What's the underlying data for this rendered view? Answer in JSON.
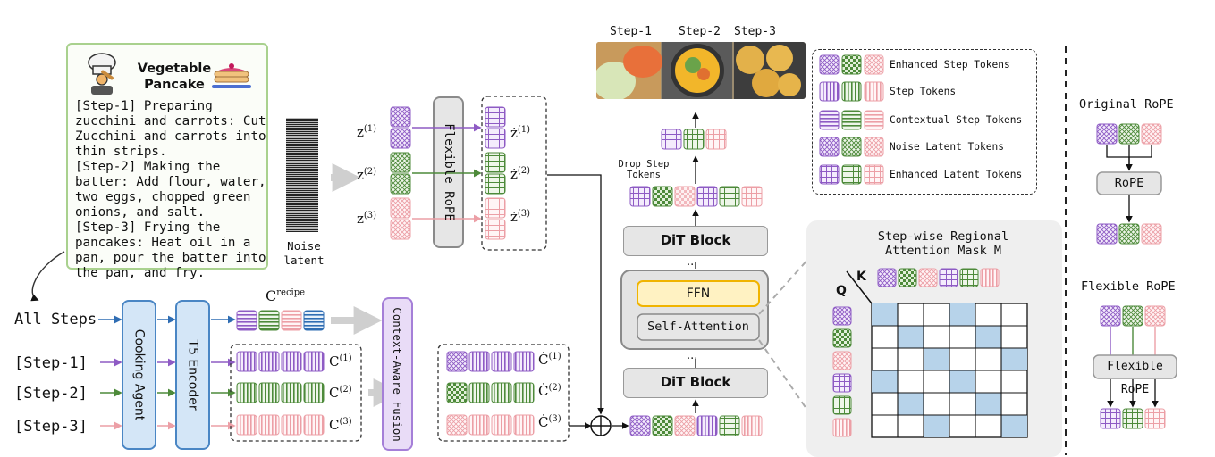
{
  "recipe": {
    "title_line1": "Vegetable",
    "title_line2": "Pancake",
    "text": "[Step-1] Preparing\nzucchini and carrots: Cut\nZucchini and carrots into\nthin strips.\n[Step-2] Making the\nbatter: Add flour, water,\ntwo eggs, chopped green\nonions, and salt.\n[Step-3] Frying the\npancakes: Heat oil in a\npan, pour the batter into\nthe pan, and fry."
  },
  "inputs": {
    "all_steps": "All Steps",
    "step1": "[Step-1]",
    "step2": "[Step-2]",
    "step3": "[Step-3]"
  },
  "modules": {
    "cooking_agent": "Cooking Agent",
    "t5_encoder": "T5 Encoder",
    "context_fusion": "Context-Aware Fusion",
    "flexible_rope": "Flexible RoPE",
    "dit_block": "DiT Block",
    "ffn": "FFN",
    "self_attention": "Self-Attention",
    "ellipsis": "..."
  },
  "labels": {
    "noise_latent_line1": "Noise",
    "noise_latent_line2": "latent",
    "c_recipe_base": "C",
    "c_recipe_sup": "recipe",
    "c_base": "C",
    "cdot_base": "Ċ",
    "z_base": "z",
    "zdot_base": "ż",
    "sup1": "(1)",
    "sup2": "(2)",
    "sup3": "(3)",
    "drop_step_line1": "Drop Step",
    "drop_step_line2": "Tokens",
    "plus": "⊕"
  },
  "output_steps": [
    "Step-1",
    "Step-2",
    "Step-3"
  ],
  "legend": [
    "Enhanced Step Tokens",
    "Step Tokens",
    "Contextual Step Tokens",
    "Noise Latent Tokens",
    "Enhanced Latent Tokens"
  ],
  "attention": {
    "title_line1": "Step-wise Regional",
    "title_line2": "Attention Mask M",
    "q_label": "Q",
    "k_label": "K"
  },
  "rope_panel": {
    "original_title": "Original RoPE",
    "original_box": "RoPE",
    "flexible_title": "Flexible RoPE",
    "flexible_box": "Flexible RoPE"
  },
  "colors": {
    "purple": "#8e5bc4",
    "green": "#4d8a3a",
    "pink": "#ec9fa6",
    "blue": "#2f6db3",
    "mask_fill": "#b7d3ea",
    "module_blue_fill": "#d4e6f7",
    "module_blue_border": "#4a86c4",
    "fusion_fill": "#e9dcf7",
    "fusion_border": "#a57fd8",
    "ffn_fill": "#fff2c2",
    "ffn_border": "#f0b400"
  }
}
